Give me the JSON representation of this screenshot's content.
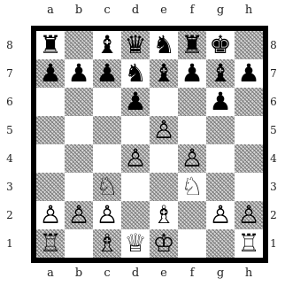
{
  "files": [
    "a",
    "b",
    "c",
    "d",
    "e",
    "f",
    "g",
    "h"
  ],
  "ranks": [
    "8",
    "7",
    "6",
    "5",
    "4",
    "3",
    "2",
    "1"
  ],
  "board": [
    [
      "r",
      "",
      "b",
      "q",
      "n",
      "r",
      "k",
      ""
    ],
    [
      "p",
      "p",
      "p",
      "n",
      "b",
      "p",
      "b",
      "p"
    ],
    [
      "",
      "",
      "",
      "p",
      "",
      "",
      "p",
      ""
    ],
    [
      "",
      "",
      "",
      "",
      "P",
      "",
      "",
      ""
    ],
    [
      "",
      "",
      "",
      "P",
      "",
      "P",
      "",
      ""
    ],
    [
      "",
      "",
      "N",
      "",
      "",
      "N",
      "",
      ""
    ],
    [
      "P",
      "P",
      "P",
      "",
      "B",
      "",
      "P",
      "P"
    ],
    [
      "R",
      "",
      "B",
      "Q",
      "K",
      "",
      "",
      "R"
    ]
  ],
  "glyphs": {
    "K": "♔",
    "Q": "♕",
    "R": "♖",
    "B": "♗",
    "N": "♘",
    "P": "♙",
    "k": "♚",
    "q": "♛",
    "r": "♜",
    "b": "♝",
    "n": "♞",
    "p": "♟"
  },
  "piece_names": {
    "k": "king",
    "q": "queen",
    "r": "rook",
    "b": "bishop",
    "n": "knight",
    "p": "pawn"
  },
  "colors": {
    "light_square": "#ffffff",
    "dark_square": "#d9d9d9",
    "border": "#000000"
  }
}
